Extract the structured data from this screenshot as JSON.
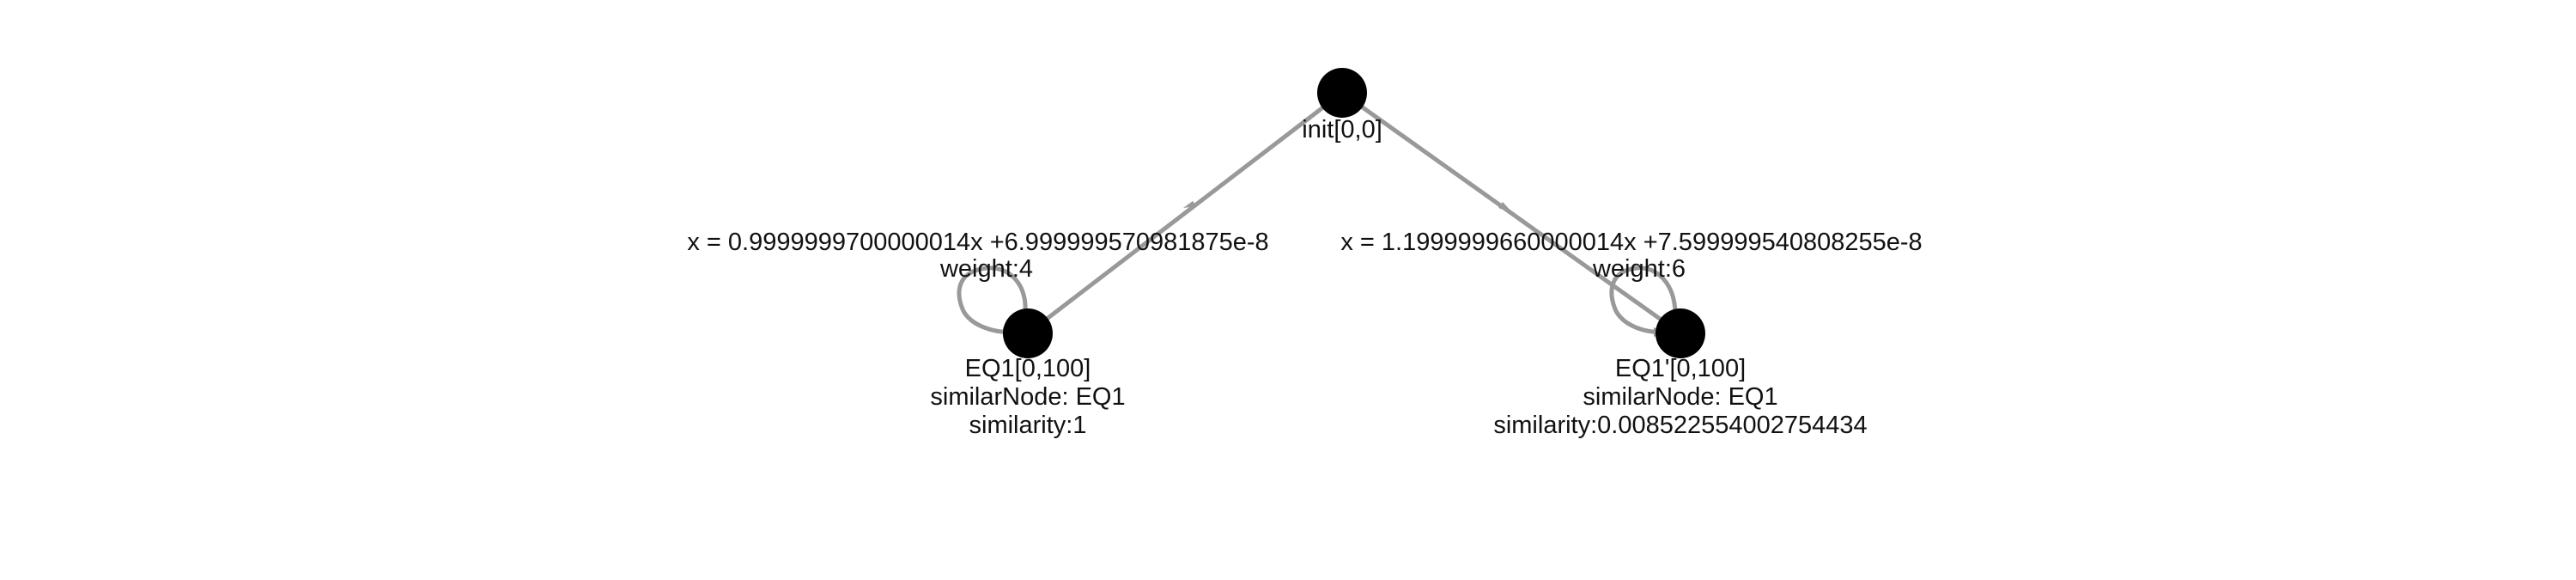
{
  "graph": {
    "nodes": {
      "init": {
        "label": "init[0,0]"
      },
      "eq1": {
        "label": "EQ1[0,100]",
        "similar_node": "similarNode: EQ1",
        "similarity": "similarity:1"
      },
      "eq1p": {
        "label": "EQ1'[0,100]",
        "similar_node": "similarNode: EQ1",
        "similarity": "similarity:0.008522554002754434"
      }
    },
    "edges": {
      "to_eq1": {
        "equation": "x = 0.9999999700000014x +6.999999570981875e-8",
        "weight": "weight:4"
      },
      "to_eq1p": {
        "equation": "x = 1.1999999660000014x +7.599999540808255e-8",
        "weight": "weight:6"
      }
    },
    "colors": {
      "node": "#000000",
      "edge": "#999999",
      "text": "#111111",
      "background": "#ffffff"
    }
  }
}
